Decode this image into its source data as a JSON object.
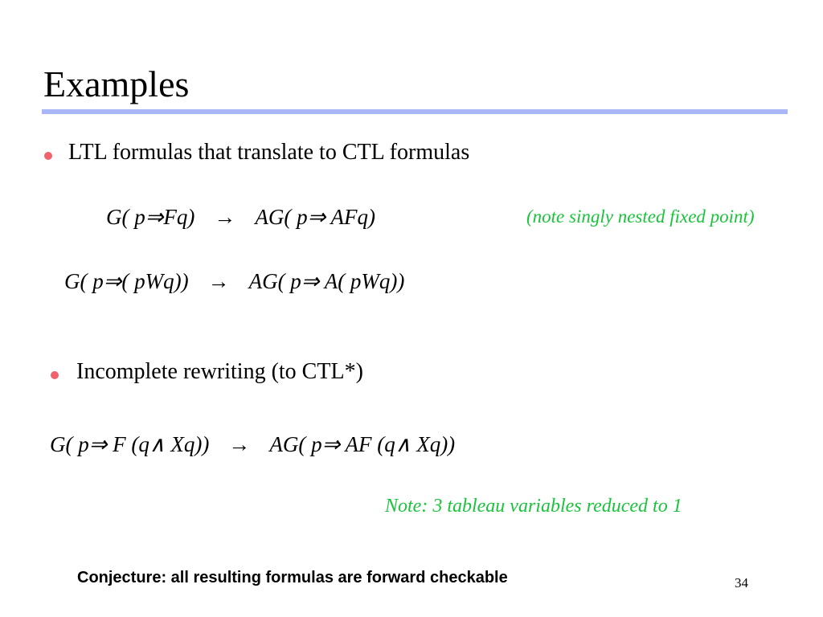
{
  "slide": {
    "title": "Examples",
    "accent_color": "#a9b7f6",
    "bullet_color": "#f0626c",
    "note_color": "#19c33b",
    "bullets": [
      {
        "text": "LTL formulas that translate to CTL formulas"
      },
      {
        "text": "Incomplete rewriting (to CTL*)"
      }
    ],
    "formulas": [
      {
        "lhs": "G( p⇒Fq)",
        "arrow": "→",
        "rhs": "AG( p⇒ AFq)"
      },
      {
        "lhs": "G( p⇒( pWq))",
        "arrow": "→",
        "rhs": "AG( p⇒ A( pWq))"
      },
      {
        "lhs": "G( p⇒ F (q∧ Xq))",
        "arrow": "→",
        "rhs": "AG( p⇒ AF (q∧ Xq))"
      }
    ],
    "notes": [
      "(note singly nested fixed point)",
      "Note: 3 tableau variables reduced to 1"
    ],
    "conjecture": "Conjecture: all resulting formulas are forward checkable",
    "page_number": "34"
  }
}
